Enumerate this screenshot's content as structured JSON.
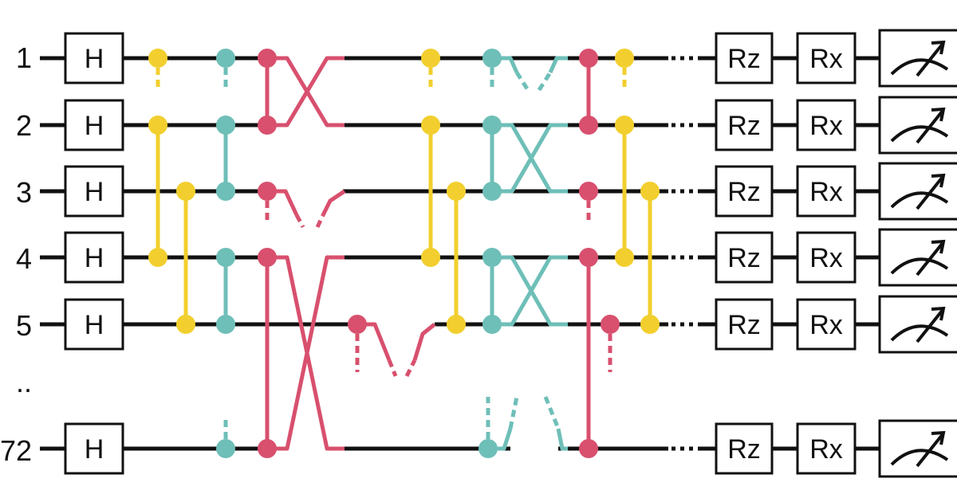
{
  "qubits": [
    {
      "label": "1"
    },
    {
      "label": "2"
    },
    {
      "label": "3"
    },
    {
      "label": "4"
    },
    {
      "label": "5"
    },
    {
      "label": "72"
    }
  ],
  "ellipsis": "..",
  "gates": {
    "hadamard": "H",
    "rz": "Rz",
    "rx": "Rx",
    "measure": "meter-icon"
  },
  "colors": {
    "wire": "#111111",
    "yellow": "#F2CF2E",
    "teal": "#6EBFB8",
    "pink": "#D8506E"
  }
}
